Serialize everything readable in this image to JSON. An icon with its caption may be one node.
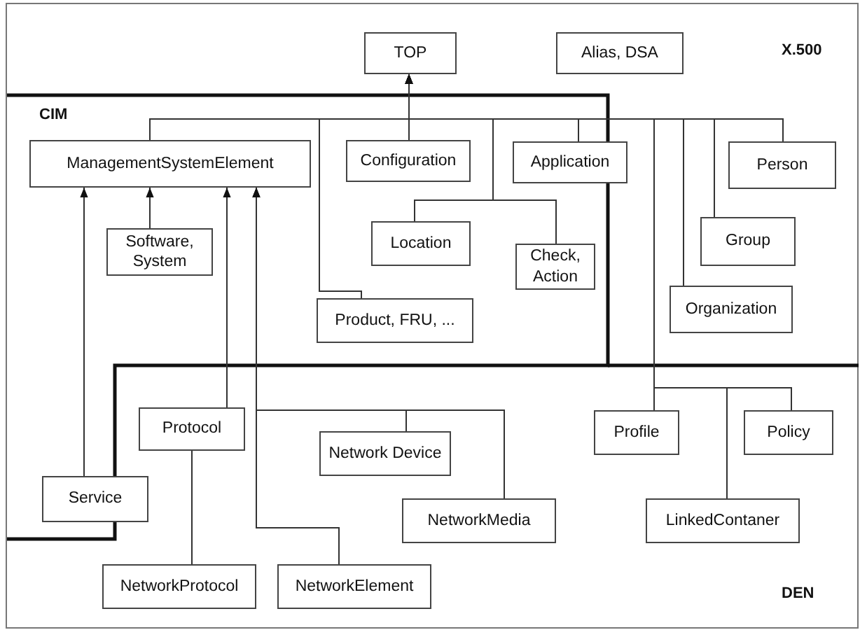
{
  "diagram": {
    "nodes": [
      {
        "text": [
          "TOP"
        ]
      },
      {
        "text": [
          "Alias, DSA"
        ]
      },
      {
        "text": [
          "ManagementSystemElement"
        ]
      },
      {
        "text": [
          "Configuration"
        ]
      },
      {
        "text": [
          "Application"
        ]
      },
      {
        "text": [
          "Person"
        ]
      },
      {
        "text": [
          "Software, System"
        ]
      },
      {
        "text": [
          "Location"
        ]
      },
      {
        "text": [
          "Check, Action"
        ]
      },
      {
        "text": [
          "Group"
        ]
      },
      {
        "text": [
          "Product, FRU, ..."
        ]
      },
      {
        "text": [
          "Organization"
        ]
      },
      {
        "text": [
          "Protocol"
        ]
      },
      {
        "text": [
          "Network Device"
        ]
      },
      {
        "text": [
          "Profile"
        ]
      },
      {
        "text": [
          "Policy"
        ]
      },
      {
        "text": [
          "Service"
        ]
      },
      {
        "text": [
          "NetworkMedia"
        ]
      },
      {
        "text": [
          "LinkedContaner"
        ]
      },
      {
        "text": [
          "NetworkProtocol"
        ]
      },
      {
        "text": [
          "NetworkElement"
        ]
      }
    ],
    "edges": [
      {
        "from": 2,
        "to": 0,
        "arrow": "to"
      },
      {
        "from": 3,
        "to": 0,
        "arrow": "to"
      },
      {
        "from": 10,
        "to": 0,
        "arrow": "to"
      },
      {
        "from": 7,
        "to": 0,
        "arrow": "to"
      },
      {
        "from": 8,
        "to": 0,
        "arrow": "to"
      },
      {
        "from": 4,
        "to": 0,
        "arrow": "to"
      },
      {
        "from": 14,
        "to": 0,
        "arrow": "to"
      },
      {
        "from": 18,
        "to": 0,
        "arrow": "to"
      },
      {
        "from": 15,
        "to": 0,
        "arrow": "to"
      },
      {
        "from": 11,
        "to": 0,
        "arrow": "to"
      },
      {
        "from": 9,
        "to": 0,
        "arrow": "to"
      },
      {
        "from": 5,
        "to": 0,
        "arrow": "to"
      },
      {
        "from": 16,
        "to": 2,
        "arrow": "to"
      },
      {
        "from": 6,
        "to": 2,
        "arrow": "to"
      },
      {
        "from": 12,
        "to": 2,
        "arrow": "to"
      },
      {
        "from": 13,
        "to": 2,
        "arrow": "to"
      },
      {
        "from": 17,
        "to": 2,
        "arrow": "to"
      },
      {
        "from": 20,
        "to": 2,
        "arrow": "to"
      },
      {
        "from": 12,
        "to": 19,
        "arrow": "none"
      }
    ],
    "labels": [
      "X.500",
      "CIM",
      "DEN"
    ]
  }
}
